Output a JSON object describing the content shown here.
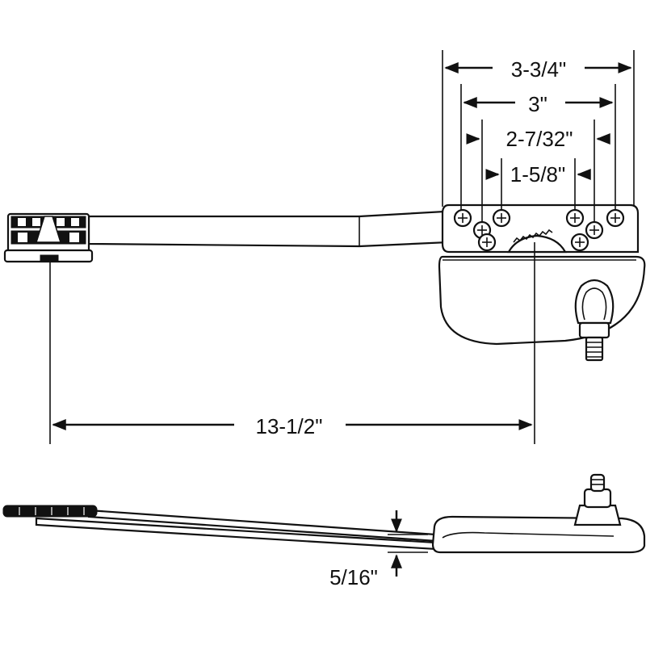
{
  "dimensions": {
    "overall_width": "3-3/4\"",
    "hole_span_outer": "3\"",
    "hole_span_middle": "2-7/32\"",
    "hole_span_inner": "1-5/8\"",
    "arm_length": "13-1/2\"",
    "height_offset": "5/16\""
  },
  "colors": {
    "line": "#111111",
    "background": "#ffffff"
  }
}
